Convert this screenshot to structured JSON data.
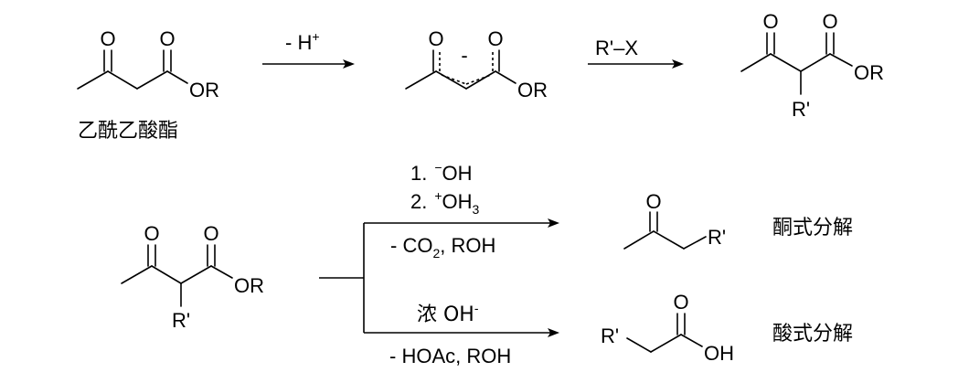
{
  "atoms": {
    "O": "O",
    "OR": "OR",
    "R_prime": "R'",
    "OH": "OH"
  },
  "charges": {
    "minus": "-"
  },
  "reaction1": {
    "start_name": "乙酰乙酸酯",
    "step1_label": "- H",
    "step1_plus": "+",
    "step2_label": "R'–X"
  },
  "branch_upper": {
    "line1_num": "1.",
    "line1_charge": "−",
    "line1_species": "OH",
    "line2_num": "2.",
    "line2_charge": "+",
    "line2_species": "OH",
    "line2_sub": "3",
    "below_pre": "- CO",
    "below_sub": "2",
    "below_post": ", ROH",
    "product_name": "酮式分解"
  },
  "branch_lower": {
    "above_label": "浓 OH",
    "above_charge": "-",
    "below_label": "- HOAc, ROH",
    "product_name": "酸式分解"
  }
}
